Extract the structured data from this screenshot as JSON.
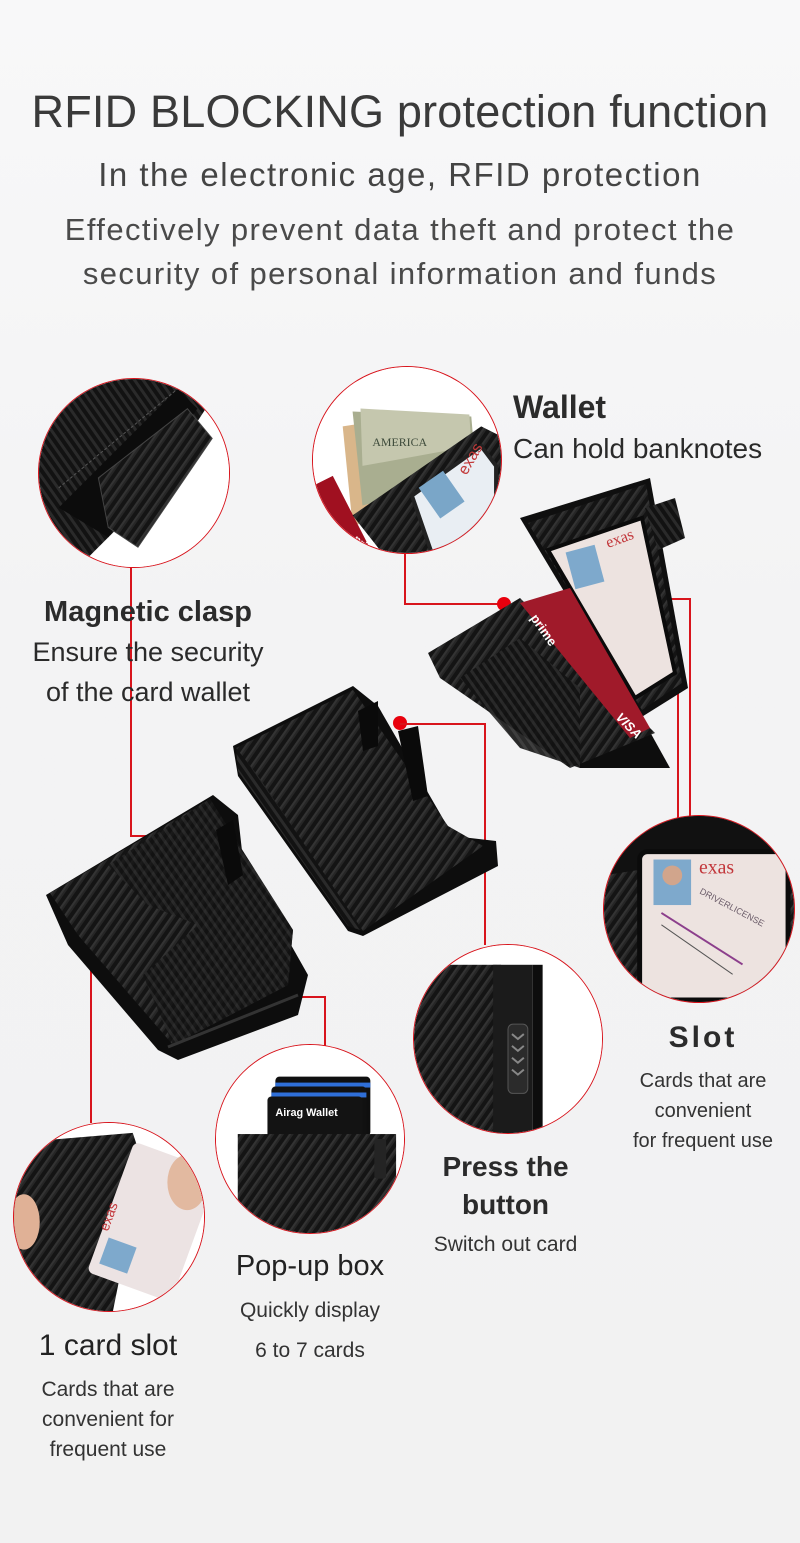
{
  "header": {
    "title": "RFID BLOCKING protection function",
    "subtitle": "In the electronic age, RFID protection",
    "description_line1": "Effectively prevent data theft and protect the",
    "description_line2": "security of personal information and funds"
  },
  "features": {
    "wallet": {
      "title": "Wallet",
      "body": "Can hold banknotes"
    },
    "magnetic_clasp": {
      "title": "Magnetic clasp",
      "body_line1": "Ensure the security",
      "body_line2": "of the card wallet"
    },
    "slot": {
      "title": "Slot",
      "body_line1": "Cards that are",
      "body_line2": "convenient",
      "body_line3": "for frequent use"
    },
    "press_button": {
      "title_line1": "Press the",
      "title_line2": "button",
      "body": "Switch out card"
    },
    "popup_box": {
      "title": "Pop-up box",
      "body_line1": "Quickly display",
      "body_line2": "6 to 7 cards",
      "card_label": "Airag Wallet"
    },
    "card_slot": {
      "title": "1 card slot",
      "body_line1": "Cards that are",
      "body_line2": "convenient for",
      "body_line3": "frequent use"
    }
  },
  "product_labels": {
    "card_brand_1": "prime",
    "card_brand_2": "VISA",
    "id_state": "exas",
    "id_type": "DRIVERLICENSE"
  },
  "colors": {
    "accent_red": "#d8141c",
    "dot_red": "#e8000d",
    "background": "#f4f4f5",
    "text_dark": "#2a2a2a",
    "wallet_black": "#141414"
  }
}
